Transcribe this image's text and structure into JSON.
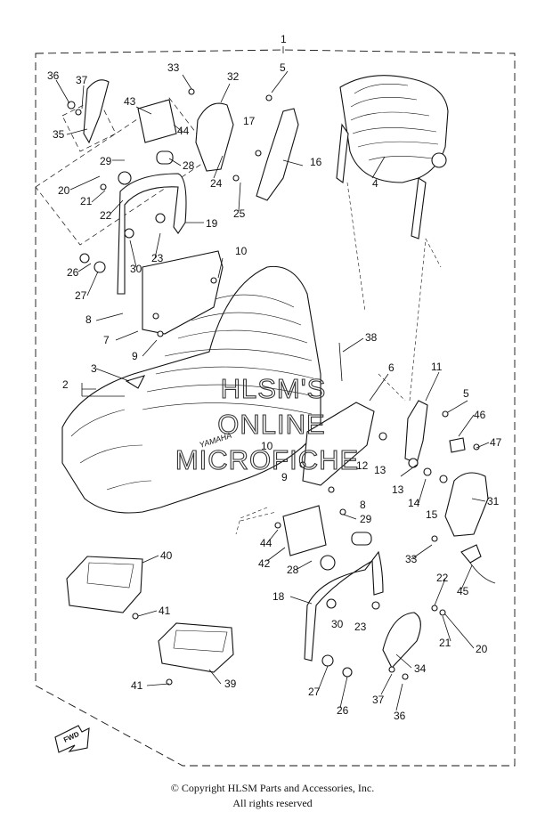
{
  "diagram": {
    "callouts": [
      {
        "id": "c1",
        "text": "1"
      },
      {
        "id": "c2",
        "text": "2"
      },
      {
        "id": "c3",
        "text": "3"
      },
      {
        "id": "c4",
        "text": "4"
      },
      {
        "id": "c5a",
        "text": "5"
      },
      {
        "id": "c5b",
        "text": "5"
      },
      {
        "id": "c6",
        "text": "6"
      },
      {
        "id": "c7",
        "text": "7"
      },
      {
        "id": "c8a",
        "text": "8"
      },
      {
        "id": "c8b",
        "text": "8"
      },
      {
        "id": "c9a",
        "text": "9"
      },
      {
        "id": "c9b",
        "text": "9"
      },
      {
        "id": "c10a",
        "text": "10"
      },
      {
        "id": "c10b",
        "text": "10"
      },
      {
        "id": "c11",
        "text": "11"
      },
      {
        "id": "c12",
        "text": "12"
      },
      {
        "id": "c13a",
        "text": "13"
      },
      {
        "id": "c13b",
        "text": "13"
      },
      {
        "id": "c14",
        "text": "14"
      },
      {
        "id": "c15",
        "text": "15"
      },
      {
        "id": "c16",
        "text": "16"
      },
      {
        "id": "c17",
        "text": "17"
      },
      {
        "id": "c18",
        "text": "18"
      },
      {
        "id": "c19",
        "text": "19"
      },
      {
        "id": "c20a",
        "text": "20"
      },
      {
        "id": "c20b",
        "text": "20"
      },
      {
        "id": "c21a",
        "text": "21"
      },
      {
        "id": "c21b",
        "text": "21"
      },
      {
        "id": "c22a",
        "text": "22"
      },
      {
        "id": "c22b",
        "text": "22"
      },
      {
        "id": "c23a",
        "text": "23"
      },
      {
        "id": "c23b",
        "text": "23"
      },
      {
        "id": "c24",
        "text": "24"
      },
      {
        "id": "c25",
        "text": "25"
      },
      {
        "id": "c26a",
        "text": "26"
      },
      {
        "id": "c26b",
        "text": "26"
      },
      {
        "id": "c27a",
        "text": "27"
      },
      {
        "id": "c27b",
        "text": "27"
      },
      {
        "id": "c28a",
        "text": "28"
      },
      {
        "id": "c28b",
        "text": "28"
      },
      {
        "id": "c29a",
        "text": "29"
      },
      {
        "id": "c29b",
        "text": "29"
      },
      {
        "id": "c30a",
        "text": "30"
      },
      {
        "id": "c30b",
        "text": "30"
      },
      {
        "id": "c31",
        "text": "31"
      },
      {
        "id": "c32",
        "text": "32"
      },
      {
        "id": "c33a",
        "text": "33"
      },
      {
        "id": "c33b",
        "text": "33"
      },
      {
        "id": "c34",
        "text": "34"
      },
      {
        "id": "c35",
        "text": "35"
      },
      {
        "id": "c36a",
        "text": "36"
      },
      {
        "id": "c36b",
        "text": "36"
      },
      {
        "id": "c37a",
        "text": "37"
      },
      {
        "id": "c37b",
        "text": "37"
      },
      {
        "id": "c38",
        "text": "38"
      },
      {
        "id": "c39",
        "text": "39"
      },
      {
        "id": "c40",
        "text": "40"
      },
      {
        "id": "c41a",
        "text": "41"
      },
      {
        "id": "c41b",
        "text": "41"
      },
      {
        "id": "c42",
        "text": "42"
      },
      {
        "id": "c43",
        "text": "43"
      },
      {
        "id": "c44a",
        "text": "44"
      },
      {
        "id": "c44b",
        "text": "44"
      },
      {
        "id": "c45",
        "text": "45"
      },
      {
        "id": "c46",
        "text": "46"
      },
      {
        "id": "c47",
        "text": "47"
      }
    ],
    "watermark": {
      "line1": "HLSM'S",
      "line2": "ONLINE",
      "line3": "MICROFICHE"
    },
    "fwd_label": "FWD",
    "seat_brand": "YAMAHA"
  },
  "footer": {
    "copyright": "© Copyright HLSM Parts and Accessories, Inc.",
    "rights": "All rights reserved"
  }
}
